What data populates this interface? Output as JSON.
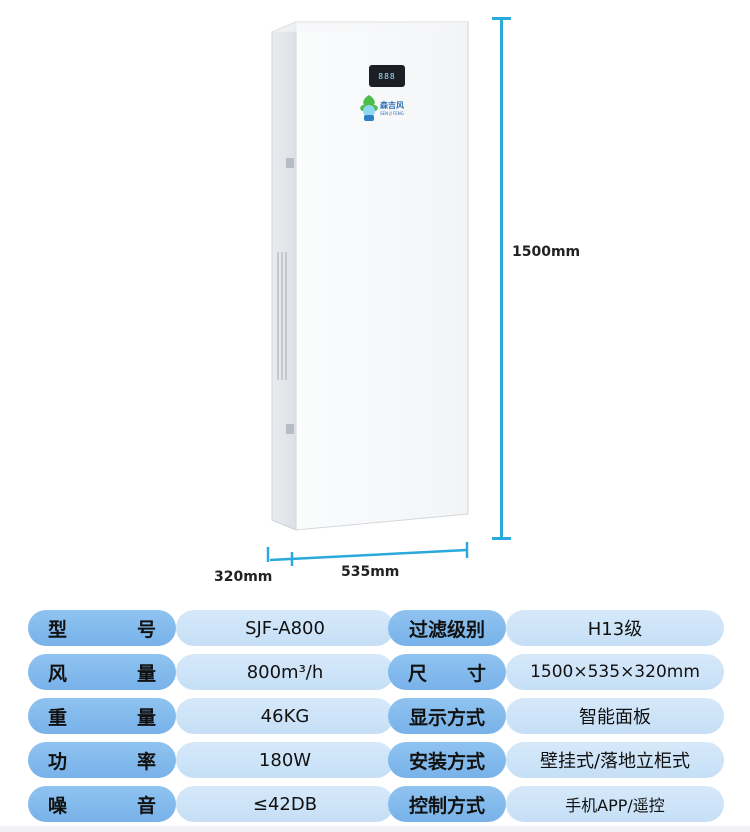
{
  "product": {
    "brand_name": "森吉风",
    "brand_sub": "SEN JI FENG",
    "display_text": "888"
  },
  "dimensions": {
    "height": "1500mm",
    "width": "535mm",
    "depth": "320mm"
  },
  "specs": {
    "left": [
      {
        "label": [
          "型",
          "号"
        ],
        "value": "SJF-A800"
      },
      {
        "label": [
          "风",
          "量"
        ],
        "value": "800m³/h"
      },
      {
        "label": [
          "重",
          "量"
        ],
        "value": "46KG"
      },
      {
        "label": [
          "功",
          "率"
        ],
        "value": "180W"
      },
      {
        "label": [
          "噪",
          "音"
        ],
        "value": "≤42DB"
      }
    ],
    "right": [
      {
        "label": [
          "过滤级别"
        ],
        "value": "H13级"
      },
      {
        "label": [
          "尺",
          "寸"
        ],
        "value": "1500×535×320mm"
      },
      {
        "label": [
          "显示方式"
        ],
        "value": "智能面板"
      },
      {
        "label": [
          "安装方式"
        ],
        "value": "壁挂式/落地立柜式"
      },
      {
        "label": [
          "控制方式"
        ],
        "value": "手机APP/遥控"
      }
    ]
  },
  "colors": {
    "label_bg": "#80b8ec",
    "value_bg": "#cfe4f8",
    "dimension_line": "#29a9dc"
  }
}
